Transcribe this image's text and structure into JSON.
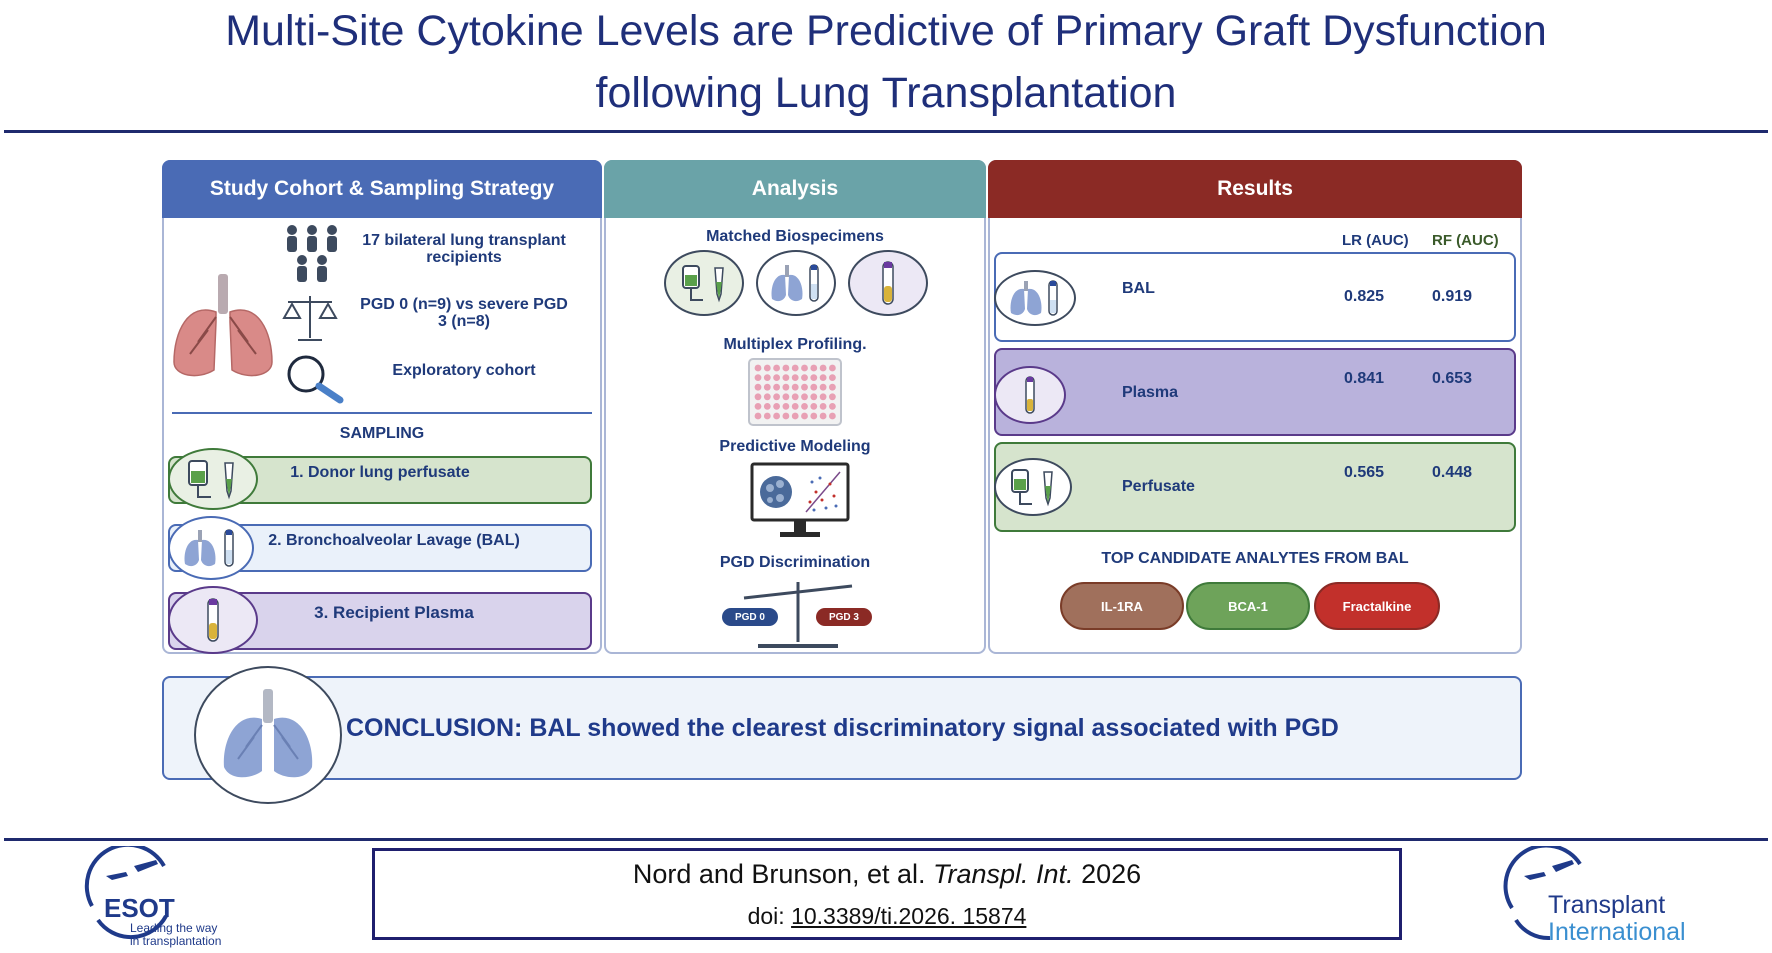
{
  "title": {
    "line1": "Multi-Site Cytokine Levels are Predictive of Primary Graft Dysfunction",
    "line2": "following Lung Transplantation"
  },
  "cohort": {
    "header": "Study Cohort & Sampling Strategy",
    "recipients": "17 bilateral lung transplant recipients",
    "pgd_groups": "PGD 0 (n=9) vs severe PGD 3 (n=8)",
    "cohort_type": "Exploratory  cohort",
    "sampling_label": "SAMPLING",
    "samples": [
      "1.  Donor lung perfusate",
      "2. Bronchoalveolar Lavage (BAL)",
      "3. Recipient Plasma"
    ]
  },
  "analysis": {
    "header": "Analysis",
    "steps": [
      "Matched Biospecimens",
      "Multiplex Profiling.",
      "Predictive Modeling",
      "PGD Discrimination"
    ],
    "scale_left": "PGD 0",
    "scale_right": "PGD 3"
  },
  "results": {
    "header": "Results",
    "col_lr": "LR (AUC)",
    "col_rf": "RF (AUC)",
    "rows": [
      {
        "name": "BAL",
        "lr": "0.825",
        "rf": "0.919"
      },
      {
        "name": "Plasma",
        "lr": "0.841",
        "rf": "0.653"
      },
      {
        "name": "Perfusate",
        "lr": "0.565",
        "rf": "0.448"
      }
    ],
    "analytes_title": "TOP CANDIDATE ANALYTES FROM BAL",
    "analytes": [
      "IL-1RA",
      "BCA-1",
      "Fractalkine"
    ]
  },
  "conclusion": "CONCLUSION: BAL showed the clearest discriminatory signal associated with PGD",
  "citation": {
    "authors": "Nord and Brunson, et al. ",
    "journal": "Transpl. Int.",
    "year": " 2026",
    "doi_label": "doi: ",
    "doi": "10.3389/ti.2026. 15874"
  },
  "logos": {
    "esot_name": "ESOT",
    "esot_tagline1": "Leading the way",
    "esot_tagline2": "in transplantation",
    "ti_line1": "Transplant",
    "ti_line2": "International"
  },
  "colors": {
    "cohort_header": "#4a6bb5",
    "analysis_header": "#6aa3a8",
    "results_header": "#8b2a25",
    "bal": "#dde8f6",
    "plasma": "#d9d3ec",
    "perfusate": "#d6e4cd",
    "il1ra": "#a0705c",
    "bca1": "#6ea35a",
    "fractalkine": "#c2302b"
  }
}
